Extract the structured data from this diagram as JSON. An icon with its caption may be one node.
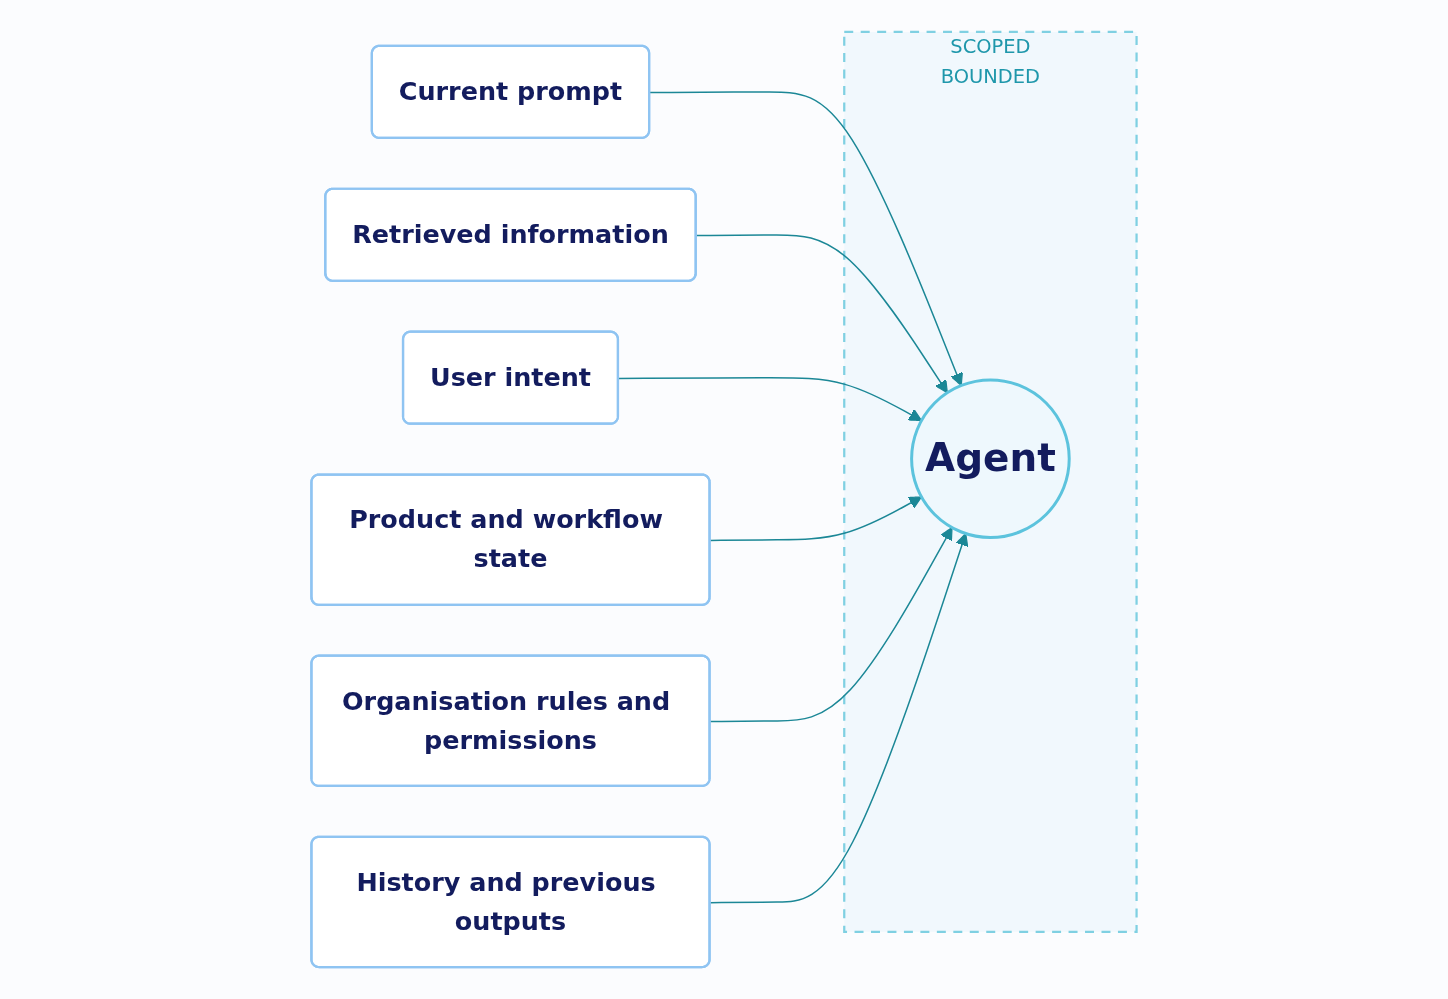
{
  "diagram": {
    "nodes": [
      {
        "text": [
          "Current prompt"
        ]
      },
      {
        "text": [
          "Retrieved information"
        ]
      },
      {
        "text": [
          "User intent"
        ]
      },
      {
        "text": [
          "SCOPED",
          "BOUNDED"
        ]
      },
      {
        "text": [
          "Agent"
        ],
        "in": 3
      },
      {
        "text": [
          "Product and workflow state"
        ]
      },
      {
        "text": [
          "Organisation rules and permissions"
        ]
      },
      {
        "text": [
          "History and previous outputs"
        ]
      }
    ],
    "edges": [
      {
        "from": 0,
        "to": 4,
        "arrow": "to"
      },
      {
        "from": 1,
        "to": 4,
        "arrow": "to"
      },
      {
        "from": 2,
        "to": 4,
        "arrow": "to"
      },
      {
        "from": 5,
        "to": 4,
        "arrow": "to"
      },
      {
        "from": 6,
        "to": 4,
        "arrow": "to"
      },
      {
        "from": 7,
        "to": 4,
        "arrow": "to"
      }
    ]
  }
}
